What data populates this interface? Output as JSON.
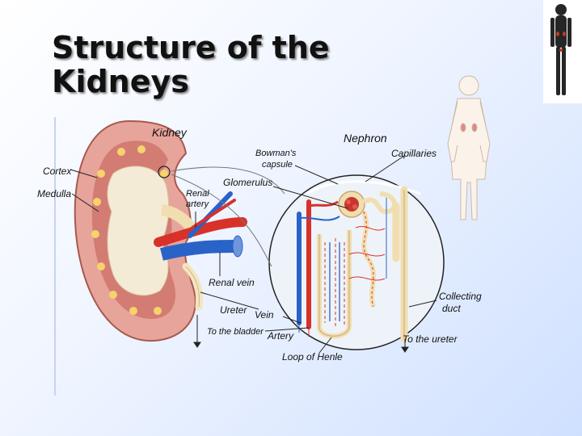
{
  "slide": {
    "title_line1": "Structure of the",
    "title_line2": "Kidneys"
  },
  "labels": {
    "kidney": "Kidney",
    "nephron": "Nephron",
    "capillaries": "Capillaries",
    "bowmans_capsule_1": "Bowman's",
    "bowmans_capsule_2": "capsule",
    "cortex": "Cortex",
    "glomerulus": "Glomerulus",
    "medulla": "Medulla",
    "renal_artery_1": "Renal",
    "renal_artery_2": "artery",
    "renal_vein": "Renal vein",
    "collecting_duct_1": "Collecting",
    "collecting_duct_2": "duct",
    "ureter": "Ureter",
    "vein": "Vein",
    "to_the_bladder": "To the bladder",
    "artery": "Artery",
    "to_the_ureter": "To the ureter",
    "loop_of_henle": "Loop of Henle"
  },
  "colors": {
    "artery": "#d8312a",
    "vein": "#2a63c8",
    "cortex": "#e7a49b",
    "tubule": "#f1deb0"
  },
  "icons": {
    "body_silhouette": "human-silhouette-icon",
    "body_outline": "human-outline-icon"
  }
}
